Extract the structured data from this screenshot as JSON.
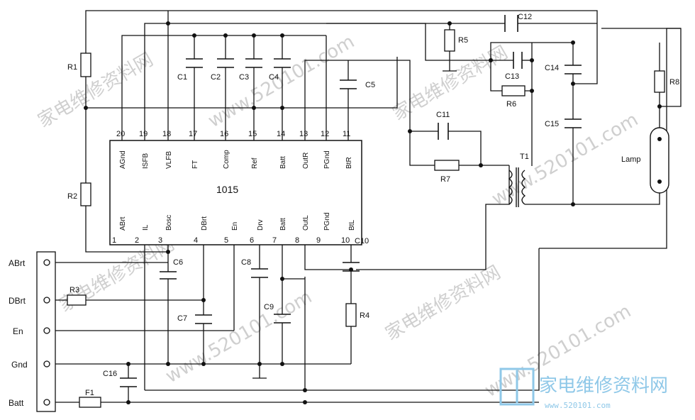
{
  "ic": {
    "name": "1015",
    "top_pins": [
      {
        "num": "20",
        "label": "AGnd"
      },
      {
        "num": "19",
        "label": "ISFB"
      },
      {
        "num": "18",
        "label": "VLFB"
      },
      {
        "num": "17",
        "label": "FT"
      },
      {
        "num": "16",
        "label": "Comp"
      },
      {
        "num": "15",
        "label": "Ref"
      },
      {
        "num": "14",
        "label": "Batt"
      },
      {
        "num": "13",
        "label": "OutR"
      },
      {
        "num": "12",
        "label": "PGnd"
      },
      {
        "num": "11",
        "label": "BtR"
      }
    ],
    "bottom_pins": [
      {
        "num": "1",
        "label": "ABrt"
      },
      {
        "num": "2",
        "label": "IL"
      },
      {
        "num": "3",
        "label": "Bosc"
      },
      {
        "num": "4",
        "label": "DBrt"
      },
      {
        "num": "5",
        "label": "En"
      },
      {
        "num": "6",
        "label": "Drv"
      },
      {
        "num": "7",
        "label": "Batt"
      },
      {
        "num": "8",
        "label": "OutL"
      },
      {
        "num": "9",
        "label": "PGnd"
      },
      {
        "num": "10",
        "label": "BtL"
      }
    ]
  },
  "components": {
    "R1": "R1",
    "R2": "R2",
    "R3": "R3",
    "R4": "R4",
    "R5": "R5",
    "R6": "R6",
    "R7": "R7",
    "R8": "R8",
    "C1": "C1",
    "C2": "C2",
    "C3": "C3",
    "C4": "C4",
    "C5": "C5",
    "C6": "C6",
    "C7": "C7",
    "C8": "C8",
    "C9": "C9",
    "C10": "C10",
    "C11": "C11",
    "C12": "C12",
    "C13": "C13",
    "C14": "C14",
    "C15": "C15",
    "C16": "C16",
    "F1": "F1",
    "T1": "T1",
    "lamp": "Lamp"
  },
  "connector": {
    "terminals": [
      "ABrt",
      "DBrt",
      "En",
      "Gnd",
      "Batt"
    ]
  },
  "watermarks": {
    "cn": "家电维修资料网",
    "url": "www.520101.com",
    "logo_cn": "家电维修资料网",
    "logo_url": "www.520101.com"
  }
}
